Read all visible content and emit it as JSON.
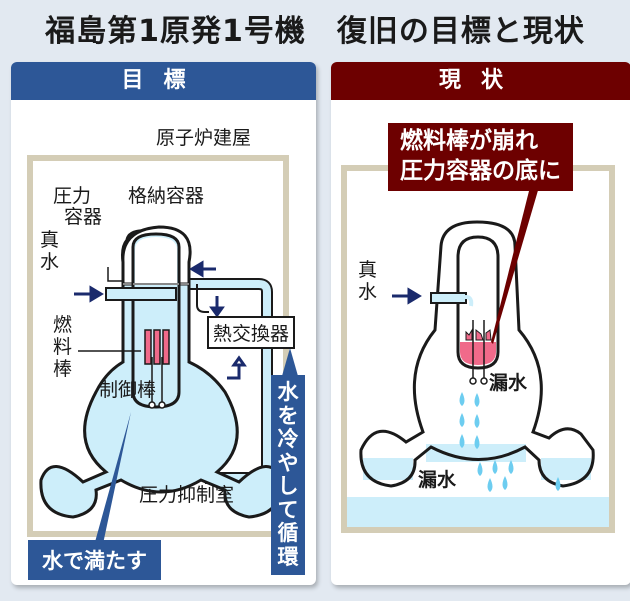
{
  "title": "福島第1原発1号機　復旧の目標と現状",
  "colors": {
    "goal_header": "#2d5797",
    "status_header": "#6d0000",
    "water": "#cdeefa",
    "fuel": "#f06a8a",
    "building_wall": "#d4cdb6",
    "arrow": "#1a2a6c",
    "drop": "#6dcdf0"
  },
  "goal_panel": {
    "header": "目標",
    "labels": {
      "reactor_building": "原子炉建屋",
      "pressure_vessel": [
        "圧力",
        "容器"
      ],
      "containment_vessel": "格納容器",
      "fresh_water": [
        "真",
        "水"
      ],
      "fuel_rods": [
        "燃",
        "料",
        "棒"
      ],
      "control_rods": "制御棒",
      "heat_exchanger": "熱交換器",
      "suppression_chamber": "圧力抑制室"
    },
    "callouts": {
      "fill_with_water": "水で満たす",
      "cool_and_circulate": "水を冷やして循環"
    }
  },
  "status_panel": {
    "header": "現状",
    "labels": {
      "fresh_water": [
        "真",
        "水"
      ],
      "leak_upper": "漏水",
      "leak_lower": "漏水"
    },
    "callout": [
      "燃料棒が崩れ",
      "圧力容器の底に"
    ]
  }
}
